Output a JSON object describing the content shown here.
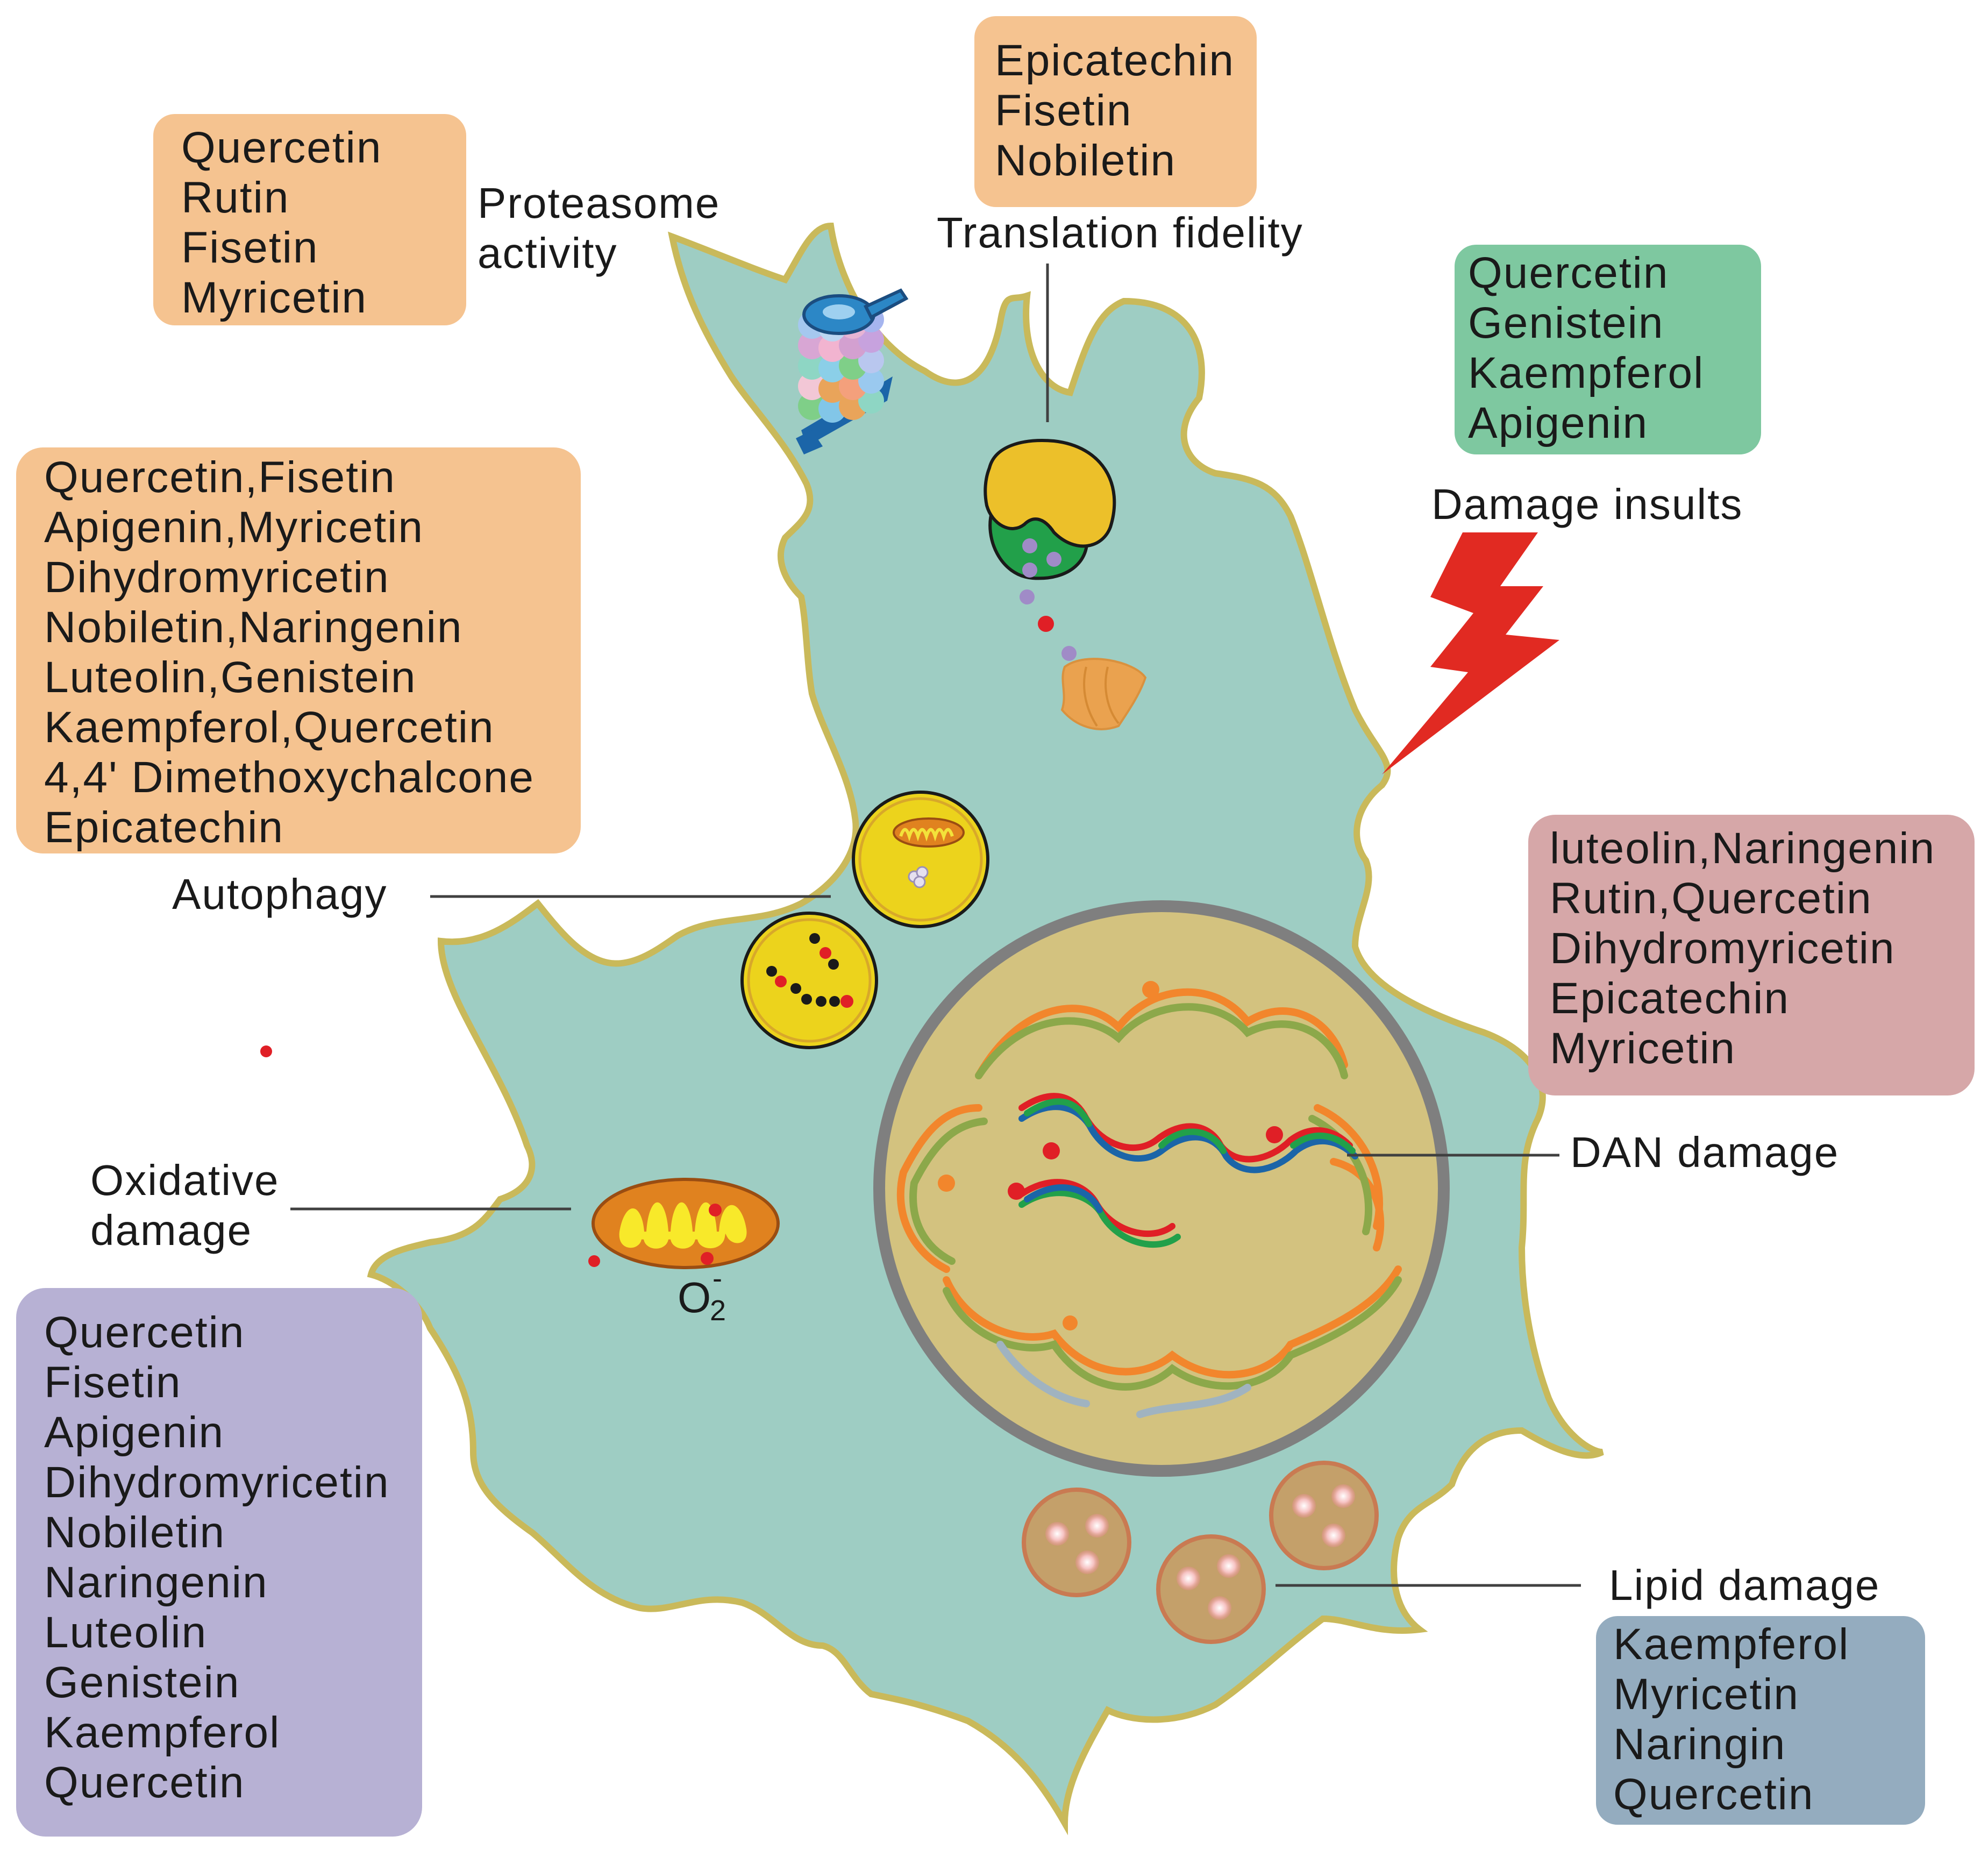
{
  "colors": {
    "cell_fill": "#9ecdc3",
    "cell_outline": "#c9b95a",
    "box_orange": "#f5c390",
    "box_green": "#7ec8a0",
    "box_pink": "#d6a7a8",
    "box_purple": "#b7b1d4",
    "box_blue": "#94acbf",
    "lightning": "#e12a22",
    "nucleus_fill": "#d3c27f",
    "nucleus_ring": "#7f7f7f"
  },
  "boxes": {
    "proteasome": {
      "lines": [
        "Quercetin",
        "Rutin",
        "Fisetin",
        "Myricetin"
      ]
    },
    "translation": {
      "lines": [
        "Epicatechin",
        "Fisetin",
        "Nobiletin"
      ]
    },
    "damage": {
      "lines": [
        "Quercetin",
        "Genistein",
        "Kaempferol",
        "Apigenin"
      ]
    },
    "autophagy": {
      "lines": [
        "Quercetin,Fisetin",
        "Apigenin,Myricetin",
        "Dihydromyricetin",
        "Nobiletin,Naringenin",
        "Luteolin,Genistein",
        "Kaempferol,Quercetin",
        "4,4' Dimethoxychalcone",
        "Epicatechin"
      ]
    },
    "dna": {
      "lines": [
        "luteolin,Naringenin",
        "Rutin,Quercetin",
        "Dihydromyricetin",
        "Epicatechin",
        "Myricetin"
      ]
    },
    "oxidative": {
      "lines": [
        "Quercetin",
        "Fisetin",
        "Apigenin",
        "Dihydromyricetin",
        "Nobiletin",
        "Naringenin",
        "Luteolin",
        "Genistein",
        "Kaempferol",
        "Quercetin"
      ]
    },
    "lipid": {
      "lines": [
        "Kaempferol",
        "Myricetin",
        "Naringin",
        "Quercetin"
      ]
    }
  },
  "labels": {
    "proteasome_1": "Proteasome",
    "proteasome_2": "activity",
    "translation": "Translation fidelity",
    "damage": "Damage insults",
    "autophagy": "Autophagy",
    "dna": "DAN damage",
    "oxidative_1": "Oxidative",
    "oxidative_2": "damage",
    "superoxide_base": "O",
    "superoxide_sub": "2",
    "superoxide_sup": "-",
    "lipid": "Lipid damage"
  },
  "icons": [
    "proteasome-icon",
    "ribosome-icon",
    "lightning-icon",
    "autophagosome-icon",
    "mitochondrion-icon",
    "nucleus-icon",
    "dna-helix-icon",
    "lipid-droplet-icon"
  ]
}
